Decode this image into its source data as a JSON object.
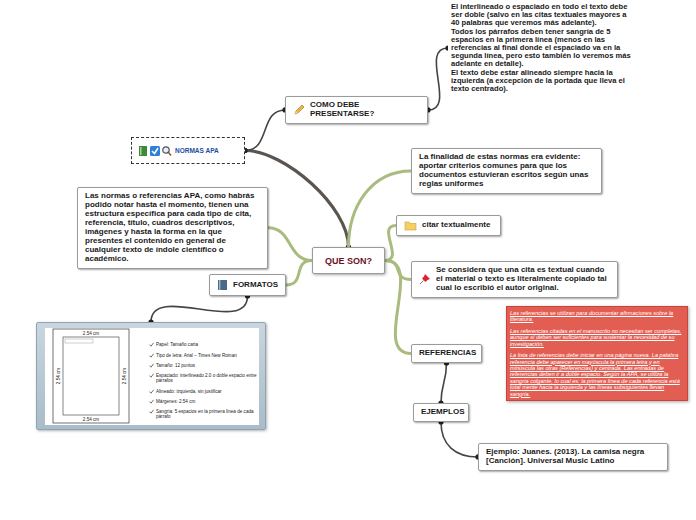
{
  "diagram": {
    "nodes": [
      {
        "text": [
          "QUE SON?"
        ]
      },
      {
        "text": [
          "NORMAS APA"
        ]
      },
      {
        "text": [
          "COMO DEBE PRESENTARSE?"
        ]
      },
      {
        "text": [
          "El interlineado o espaciado en todo el texto debe ser doble (salvo en las citas textuales mayores a 40 palabras que veremos más adelante).",
          "Todos los párrafos deben tener sangría de 5 espacios en la primera línea (menos en las referencias al final donde el espaciado va en la segunda línea, pero esto también lo veremos más adelante en detalle).",
          "El texto debe estar alineado siempre hacia la izquierda (a excepción de la portada que lleva el texto centrado)."
        ]
      },
      {
        "text": [
          "Las normas o referencias APA, como habrás podido notar hasta el momento, tienen una estructura específica para cada tipo de cita, referencia, título, cuadros descriptivos, imágenes y hasta la forma en la que presentes el contenido en general de cualquier texto de índole científico o académico."
        ]
      },
      {
        "text": [
          "FORMATOS"
        ]
      },
      {
        "text": [
          "2.54 cm",
          "2.54 cm",
          "2.54 cm",
          "2.54 cm",
          "Papel: Tamaño carta",
          "Tipo de letra: Arial – Times New Roman",
          "Tamaño: 12 puntos",
          "Espaciado: interlineado 2.0 o doble espacio entre párrafos",
          "Alineado: izquierda, sin justificar",
          "Márgenes: 2.54 cm",
          "Sangría: 5 espacios en la primera línea de cada párrafo"
        ]
      },
      {
        "text": [
          "La finalidad de estas normas era evidente: aportar criterios comunes para que los documentos estuvieran escritos según unas reglas uniformes"
        ]
      },
      {
        "text": [
          "citar textualmente"
        ]
      },
      {
        "text": [
          "Se considera que una cita es textual cuando el material o texto es literalmente copiado tal cual lo escribió el autor original."
        ]
      },
      {
        "text": [
          "REFERENCIAS"
        ]
      },
      {
        "text": [
          "Las referencias se utilizan para documentar afirmaciones sobre la literatura.",
          "Las referencias citadas en el manuscrito no necesitan ser completas, aunque sí deben ser suficientes para sustentar la necesidad de su investigación.",
          "La lista de referencias debe iniciar en una página nueva. La palabra referencia debe aparecer en mayúscula la primera letra y en minúscula las otras (Referencias) y centrada. Las entradas de referencias deben ir a doble espacio. Según la APA, se utiliza la sangría colgante, lo cual es: la primera línea de cada referencia está total mente hacia la izquierda y las líneas subsiguientes llevan sangría."
        ]
      },
      {
        "text": [
          "EJEMPLOS"
        ]
      },
      {
        "text": [
          "Ejemplo:  Juanes. (2013). La camisa negra [Canción]. Universal Music Latino"
        ]
      }
    ],
    "edges": [
      {
        "from": 1,
        "to": 0,
        "arrow": "none"
      },
      {
        "from": 1,
        "to": 2,
        "arrow": "none"
      },
      {
        "from": 2,
        "to": 3,
        "arrow": "none"
      },
      {
        "from": 0,
        "to": 4,
        "arrow": "none"
      },
      {
        "from": 0,
        "to": 5,
        "arrow": "none"
      },
      {
        "from": 5,
        "to": 6,
        "arrow": "none"
      },
      {
        "from": 0,
        "to": 7,
        "arrow": "none"
      },
      {
        "from": 0,
        "to": 8,
        "arrow": "none"
      },
      {
        "from": 0,
        "to": 9,
        "arrow": "none"
      },
      {
        "from": 0,
        "to": 10,
        "arrow": "none"
      },
      {
        "from": 10,
        "to": 12,
        "arrow": "none"
      },
      {
        "from": 12,
        "to": 13,
        "arrow": "none"
      }
    ]
  }
}
